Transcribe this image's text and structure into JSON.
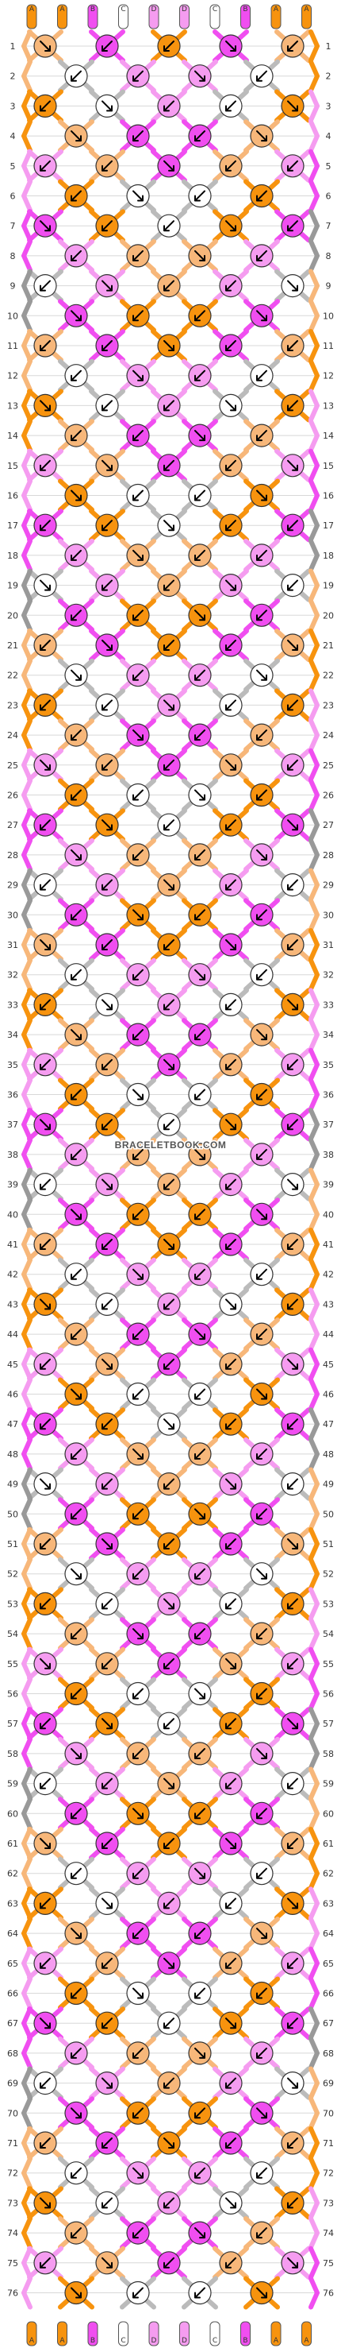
{
  "watermark": "BRACELETBOOK.COM",
  "strand_letters": [
    "A",
    "A",
    "B",
    "C",
    "D",
    "D",
    "C",
    "B",
    "A",
    "A"
  ],
  "colors": {
    "A": "#f7930e",
    "B": "#f04ef0",
    "C": "#ffffff",
    "D": "#f59cf0",
    "E": "#f7b77a"
  },
  "row_count": 76,
  "row_numbers": [
    "1",
    "2",
    "3",
    "4",
    "5",
    "6",
    "7",
    "8",
    "9",
    "10",
    "11",
    "12",
    "13",
    "14",
    "15",
    "16",
    "17",
    "18",
    "19",
    "20",
    "21",
    "22",
    "23",
    "24",
    "25",
    "26",
    "27",
    "28",
    "29",
    "30",
    "31",
    "32",
    "33",
    "34",
    "35",
    "36",
    "37",
    "38",
    "39",
    "40",
    "41",
    "42",
    "43",
    "44",
    "45",
    "46",
    "47",
    "48",
    "49",
    "50",
    "51",
    "52",
    "53",
    "54",
    "55",
    "56",
    "57",
    "58",
    "59",
    "60",
    "61",
    "62",
    "63",
    "64",
    "65",
    "66",
    "67",
    "68",
    "69",
    "70",
    "71",
    "72",
    "73",
    "74",
    "75",
    "76"
  ]
}
